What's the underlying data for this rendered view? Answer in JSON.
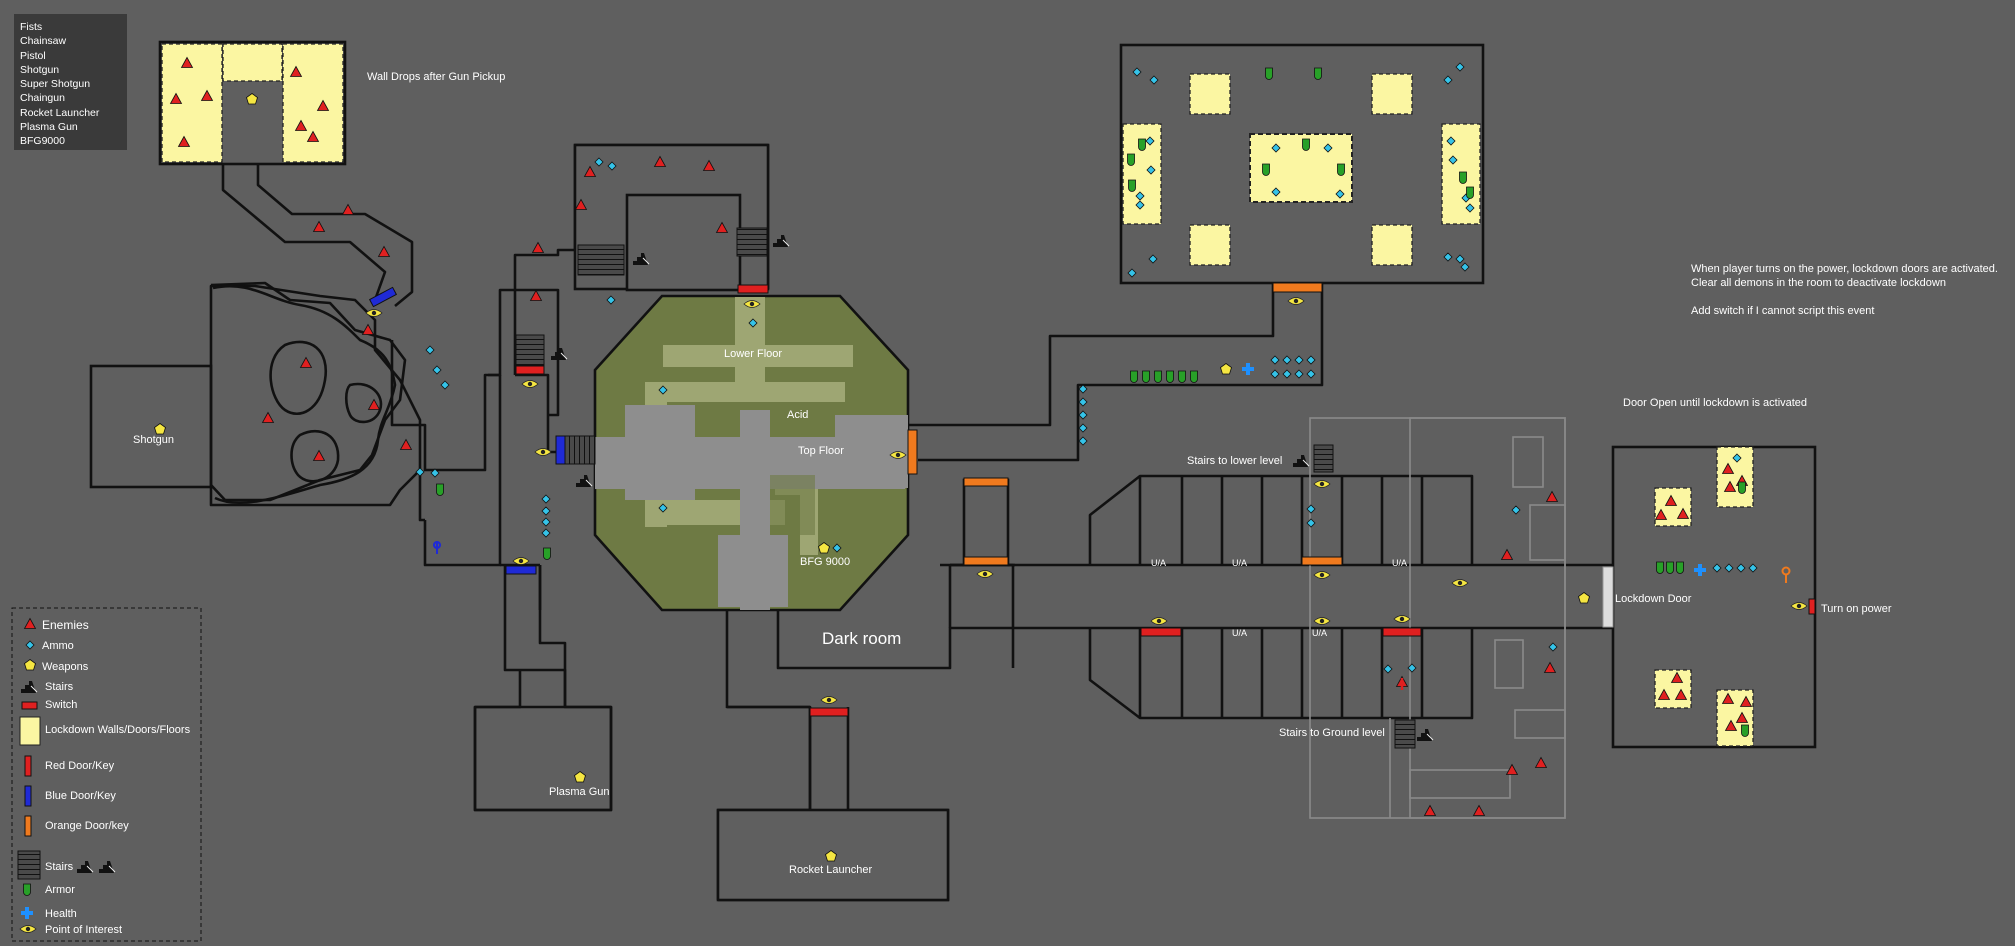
{
  "weapon_list": [
    "Fists",
    "Chainsaw",
    "Pistol",
    "Shotgun",
    "Super Shotgun",
    "Chaingun",
    "Rocket Launcher",
    "Plasma Gun",
    "BFG9000"
  ],
  "labels": {
    "wall_drops": "Wall Drops after Gun Pickup",
    "shotgun": "Shotgun",
    "lower_floor": "Lower Floor",
    "acid": "Acid",
    "top_floor": "Top Floor",
    "bfg": "BFG 9000",
    "dark_room": "Dark room",
    "plasma_gun": "Plasma Gun",
    "rocket_launcher": "Rocket Launcher",
    "stairs_lower": "Stairs to lower level",
    "stairs_ground": "Stairs to Ground level",
    "lockdown_door": "Lockdown Door",
    "turn_on_power": "Turn on power",
    "door_open": "Door Open until lockdown is activated",
    "note_1": "When player turns on the power, lockdown doors are activated.",
    "note_2": "Clear all demons in the room to deactivate lockdown",
    "note_3": "Add switch if I cannot script this event",
    "ua": "U/A"
  },
  "legend": {
    "enemies": "Enemies",
    "ammo": "Ammo",
    "weapons": "Weapons",
    "stairs": "Stairs",
    "switch": "Switch",
    "lockdown": "Lockdown Walls/Doors/Floors",
    "red_door": "Red Door/Key",
    "blue_door": "Blue Door/Key",
    "orange_door": "Orange Door/key",
    "stairs2": "Stairs",
    "armor": "Armor",
    "health": "Health",
    "poi": "Point of Interest"
  },
  "colors": {
    "background": "#5f5f5f",
    "wall": "#111111",
    "enemy": "#e02020",
    "ammo": "#35c3e8",
    "weapon": "#f5e642",
    "lockdown": "#fbf6a2",
    "acid_green": "#6e7a44",
    "red_door": "#e02020",
    "blue_door": "#1f2ad6",
    "orange_door": "#f07a1e",
    "armor": "#28a028",
    "health": "#1e90ff"
  },
  "icons": [
    "enemy-triangle-icon",
    "ammo-diamond-icon",
    "weapon-pentagon-icon",
    "stairs-icon",
    "switch-icon",
    "armor-icon",
    "health-cross-icon",
    "eye-icon",
    "key-icon"
  ]
}
